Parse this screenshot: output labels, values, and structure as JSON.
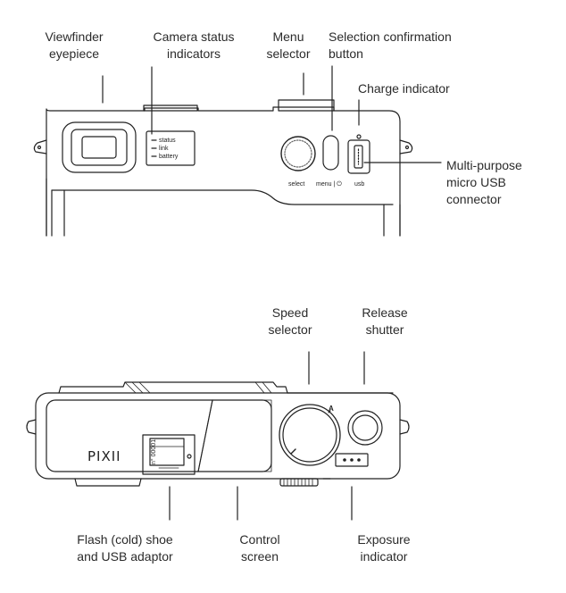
{
  "top_view": {
    "labels": {
      "viewfinder": [
        "Viewfinder",
        "eyepiece"
      ],
      "status_indicators": [
        "Camera status",
        "indicators"
      ],
      "menu_selector": [
        "Menu",
        "selector"
      ],
      "selection_button": [
        "Selection confirmation",
        "button"
      ],
      "charge_indicator": [
        "Charge indicator"
      ],
      "usb_connector": [
        "Multi-purpose",
        "micro USB",
        "connector"
      ]
    },
    "panel_text": [
      "status",
      "link",
      "battery"
    ],
    "button_text": {
      "select": "select",
      "menu": "menu | ⏻",
      "usb": "usb"
    }
  },
  "front_view": {
    "labels": {
      "speed_selector": [
        "Speed",
        "selector"
      ],
      "release_shutter": [
        "Release",
        "shutter"
      ],
      "flash_shoe": [
        "Flash (cold) shoe",
        "and USB adaptor"
      ],
      "control_screen": [
        "Control",
        "screen"
      ],
      "exposure_indicator": [
        "Exposure",
        "indicator"
      ]
    },
    "brand": "PIXII",
    "dial_mark": "A",
    "shoe_serial": "n° 00001"
  }
}
